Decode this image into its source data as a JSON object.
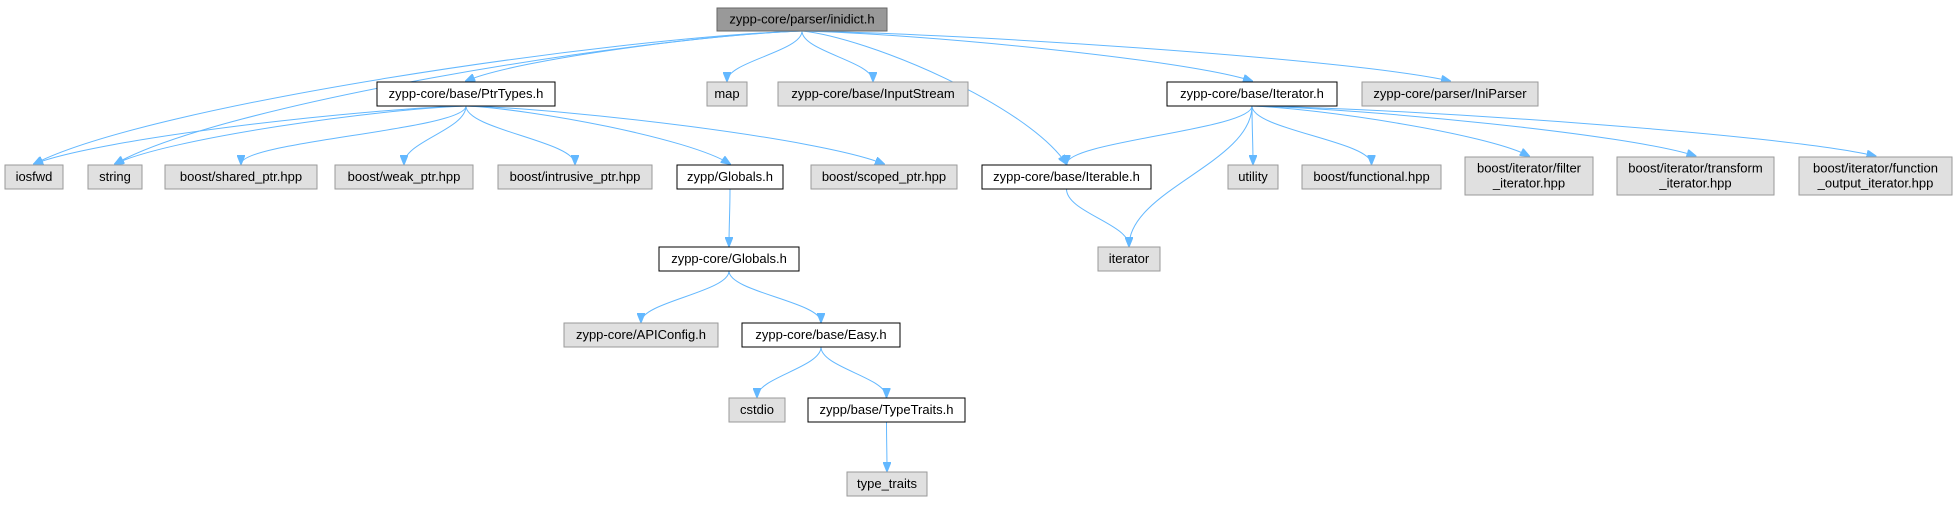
{
  "graph": {
    "title": "",
    "colors": {
      "edge": "#63b8ff",
      "root_fill": "#999999",
      "internal_fill": "#ffffff",
      "external_fill": "#e0e0e0",
      "external_stroke": "#999999",
      "internal_stroke": "#000000"
    },
    "nodes": [
      {
        "id": "root",
        "kind": "root",
        "lines": [
          "zypp-core/parser/inidict.h"
        ]
      },
      {
        "id": "ptrtypes",
        "kind": "internal",
        "lines": [
          "zypp-core/base/PtrTypes.h"
        ]
      },
      {
        "id": "map",
        "kind": "external",
        "lines": [
          "map"
        ]
      },
      {
        "id": "inputstream",
        "kind": "external",
        "lines": [
          "zypp-core/base/InputStream"
        ]
      },
      {
        "id": "iterator_h",
        "kind": "internal",
        "lines": [
          "zypp-core/base/Iterator.h"
        ]
      },
      {
        "id": "iniparser",
        "kind": "external",
        "lines": [
          "zypp-core/parser/IniParser"
        ]
      },
      {
        "id": "iosfwd",
        "kind": "external",
        "lines": [
          "iosfwd"
        ]
      },
      {
        "id": "string",
        "kind": "external",
        "lines": [
          "string"
        ]
      },
      {
        "id": "shared_ptr",
        "kind": "external",
        "lines": [
          "boost/shared_ptr.hpp"
        ]
      },
      {
        "id": "weak_ptr",
        "kind": "external",
        "lines": [
          "boost/weak_ptr.hpp"
        ]
      },
      {
        "id": "intrusive_ptr",
        "kind": "external",
        "lines": [
          "boost/intrusive_ptr.hpp"
        ]
      },
      {
        "id": "zypp_globals",
        "kind": "internal",
        "lines": [
          "zypp/Globals.h"
        ]
      },
      {
        "id": "scoped_ptr",
        "kind": "external",
        "lines": [
          "boost/scoped_ptr.hpp"
        ]
      },
      {
        "id": "iterable",
        "kind": "internal",
        "lines": [
          "zypp-core/base/Iterable.h"
        ]
      },
      {
        "id": "utility",
        "kind": "external",
        "lines": [
          "utility"
        ]
      },
      {
        "id": "functional",
        "kind": "external",
        "lines": [
          "boost/functional.hpp"
        ]
      },
      {
        "id": "filter_iter",
        "kind": "external",
        "lines": [
          "boost/iterator/filter",
          "_iterator.hpp"
        ]
      },
      {
        "id": "transform_iter",
        "kind": "external",
        "lines": [
          "boost/iterator/transform",
          "_iterator.hpp"
        ]
      },
      {
        "id": "function_output_iter",
        "kind": "external",
        "lines": [
          "boost/iterator/function",
          "_output_iterator.hpp"
        ]
      },
      {
        "id": "core_globals",
        "kind": "internal",
        "lines": [
          "zypp-core/Globals.h"
        ]
      },
      {
        "id": "iterator",
        "kind": "external",
        "lines": [
          "iterator"
        ]
      },
      {
        "id": "apiconfig",
        "kind": "external",
        "lines": [
          "zypp-core/APIConfig.h"
        ]
      },
      {
        "id": "easy",
        "kind": "internal",
        "lines": [
          "zypp-core/base/Easy.h"
        ]
      },
      {
        "id": "cstdio",
        "kind": "external",
        "lines": [
          "cstdio"
        ]
      },
      {
        "id": "typetraits",
        "kind": "internal",
        "lines": [
          "zypp/base/TypeTraits.h"
        ]
      },
      {
        "id": "type_traits",
        "kind": "external",
        "lines": [
          "type_traits"
        ]
      }
    ],
    "edges": [
      [
        "root",
        "ptrtypes"
      ],
      [
        "root",
        "map"
      ],
      [
        "root",
        "inputstream"
      ],
      [
        "root",
        "iterator_h"
      ],
      [
        "root",
        "iniparser"
      ],
      [
        "root",
        "iosfwd"
      ],
      [
        "root",
        "string"
      ],
      [
        "root",
        "iterable"
      ],
      [
        "ptrtypes",
        "iosfwd"
      ],
      [
        "ptrtypes",
        "string"
      ],
      [
        "ptrtypes",
        "shared_ptr"
      ],
      [
        "ptrtypes",
        "weak_ptr"
      ],
      [
        "ptrtypes",
        "intrusive_ptr"
      ],
      [
        "ptrtypes",
        "zypp_globals"
      ],
      [
        "ptrtypes",
        "scoped_ptr"
      ],
      [
        "iterator_h",
        "iterable"
      ],
      [
        "iterator_h",
        "iterator"
      ],
      [
        "iterator_h",
        "utility"
      ],
      [
        "iterator_h",
        "functional"
      ],
      [
        "iterator_h",
        "filter_iter"
      ],
      [
        "iterator_h",
        "transform_iter"
      ],
      [
        "iterator_h",
        "function_output_iter"
      ],
      [
        "iterable",
        "iterator"
      ],
      [
        "zypp_globals",
        "core_globals"
      ],
      [
        "core_globals",
        "apiconfig"
      ],
      [
        "core_globals",
        "easy"
      ],
      [
        "easy",
        "cstdio"
      ],
      [
        "easy",
        "typetraits"
      ],
      [
        "typetraits",
        "type_traits"
      ]
    ]
  }
}
